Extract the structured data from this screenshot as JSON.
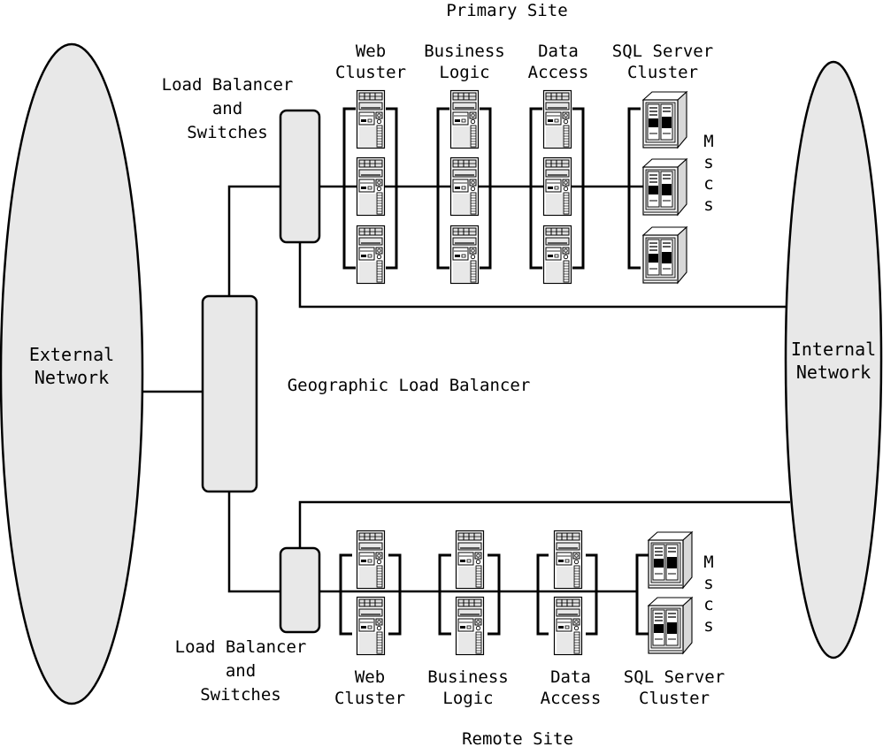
{
  "colors": {
    "fill_gray": "#e8e8e8",
    "stroke": "#000000",
    "background": "#ffffff"
  },
  "external_network": {
    "line1": "External",
    "line2": "Network"
  },
  "internal_network": {
    "line1": "Internal",
    "line2": "Network"
  },
  "geo_load_balancer": {
    "label": "Geographic Load Balancer"
  },
  "primary_site": {
    "title": "Primary Site",
    "load_balancer": {
      "line1": "Load Balancer",
      "line2": "and",
      "line3": "Switches"
    },
    "tiers": [
      {
        "line1": "Web",
        "line2": "Cluster",
        "server_count": 3,
        "icon": "tower-server-icon"
      },
      {
        "line1": "Business",
        "line2": "Logic",
        "server_count": 3,
        "icon": "tower-server-icon"
      },
      {
        "line1": "Data",
        "line2": "Access",
        "server_count": 3,
        "icon": "tower-server-icon"
      },
      {
        "line1": "SQL Server",
        "line2": "Cluster",
        "server_count": 3,
        "icon": "rack-server-icon"
      }
    ],
    "mscs": [
      "M",
      "s",
      "c",
      "s"
    ]
  },
  "remote_site": {
    "title": "Remote Site",
    "load_balancer": {
      "line1": "Load Balancer",
      "line2": "and",
      "line3": "Switches"
    },
    "tiers": [
      {
        "line1": "Web",
        "line2": "Cluster",
        "server_count": 2,
        "icon": "tower-server-icon"
      },
      {
        "line1": "Business",
        "line2": "Logic",
        "server_count": 2,
        "icon": "tower-server-icon"
      },
      {
        "line1": "Data",
        "line2": "Access",
        "server_count": 2,
        "icon": "tower-server-icon"
      },
      {
        "line1": "SQL Server",
        "line2": "Cluster",
        "server_count": 2,
        "icon": "rack-server-icon"
      }
    ],
    "mscs": [
      "M",
      "s",
      "c",
      "s"
    ]
  }
}
